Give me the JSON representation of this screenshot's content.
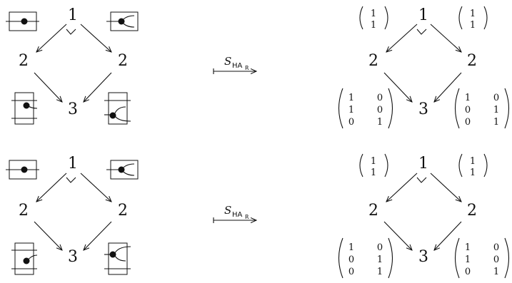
{
  "diagrams": [
    {
      "left": {
        "top": "1",
        "mid_left": "2",
        "mid_right": "2",
        "bottom": "3"
      },
      "map": {
        "symbol": "S",
        "subscript": "HA",
        "subsub": "R"
      },
      "right": {
        "top": "1",
        "mid_left": "2",
        "mid_right": "2",
        "bottom": "3",
        "top_left_vector": [
          "1",
          "1"
        ],
        "top_right_vector": [
          "1",
          "1"
        ],
        "bottom_left_matrix": [
          [
            "1",
            "0"
          ],
          [
            "1",
            "0"
          ],
          [
            "0",
            "1"
          ]
        ],
        "bottom_right_matrix": [
          [
            "1",
            "0"
          ],
          [
            "0",
            "1"
          ],
          [
            "0",
            "1"
          ]
        ]
      }
    },
    {
      "left": {
        "top": "1",
        "mid_left": "2",
        "mid_right": "2",
        "bottom": "3"
      },
      "map": {
        "symbol": "S",
        "subscript": "HA",
        "subsub": "R"
      },
      "right": {
        "top": "1",
        "mid_left": "2",
        "mid_right": "2",
        "bottom": "3",
        "top_left_vector": [
          "1",
          "1"
        ],
        "top_right_vector": [
          "1",
          "1"
        ],
        "bottom_left_matrix": [
          [
            "1",
            "0"
          ],
          [
            "0",
            "1"
          ],
          [
            "0",
            "1"
          ]
        ],
        "bottom_right_matrix": [
          [
            "1",
            "0"
          ],
          [
            "1",
            "0"
          ],
          [
            "0",
            "1"
          ]
        ]
      }
    }
  ]
}
